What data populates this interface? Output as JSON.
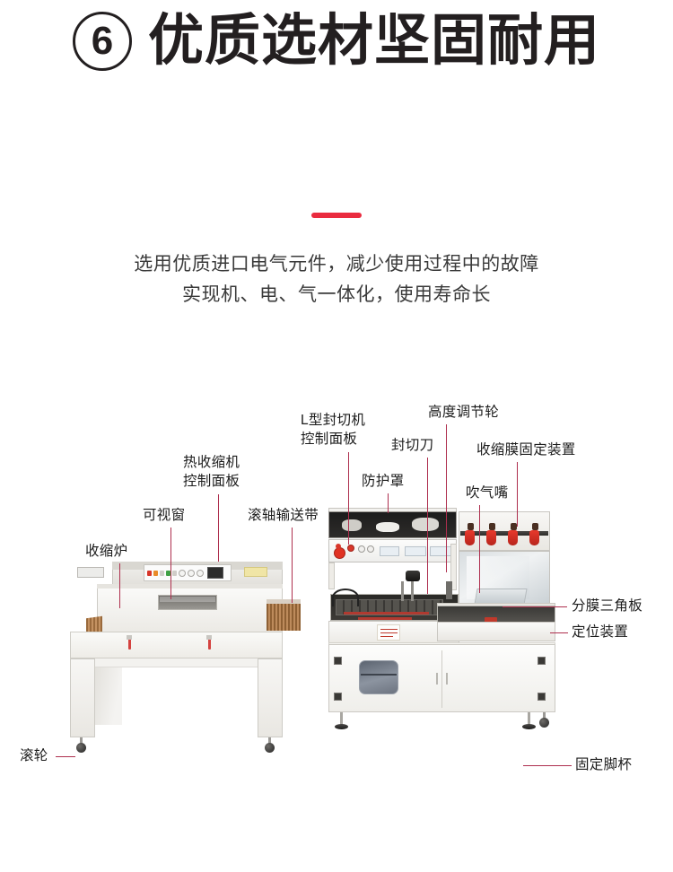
{
  "header": {
    "badge_number": "6",
    "title": "优质选材坚固耐用",
    "accent_color": "#ea2b3f",
    "subtitle_line1": "选用优质进口电气元件，减少使用过程中的故障",
    "subtitle_line2": "实现机、电、气一体化，使用寿命长"
  },
  "diagram": {
    "line_color": "#ae2f4e",
    "labels": [
      {
        "id": "shrink-furnace",
        "text": "收缩炉"
      },
      {
        "id": "view-window",
        "text": "可视窗"
      },
      {
        "id": "shrink-ctrl-l1",
        "text": "热收缩机"
      },
      {
        "id": "shrink-ctrl-l2",
        "text": "控制面板"
      },
      {
        "id": "roller-conveyor",
        "text": "滚轴输送带"
      },
      {
        "id": "lsealer-ctrl-l1",
        "text": "L型封切机"
      },
      {
        "id": "lsealer-ctrl-l2",
        "text": "控制面板"
      },
      {
        "id": "guard-cover",
        "text": "防护罩"
      },
      {
        "id": "sealing-blade",
        "text": "封切刀"
      },
      {
        "id": "height-wheel",
        "text": "高度调节轮"
      },
      {
        "id": "film-fixing-device",
        "text": "收缩膜固定装置"
      },
      {
        "id": "air-nozzle",
        "text": "吹气嘴"
      },
      {
        "id": "film-split-triangle",
        "text": "分膜三角板"
      },
      {
        "id": "positioning-device",
        "text": "定位装置"
      },
      {
        "id": "caster-wheel",
        "text": "滚轮"
      },
      {
        "id": "fixed-foot-cup",
        "text": "固定脚杯"
      }
    ]
  }
}
